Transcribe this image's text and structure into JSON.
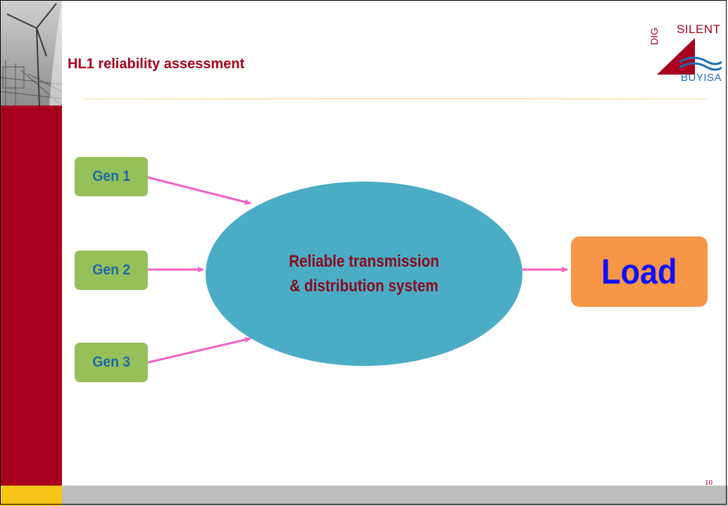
{
  "slide": {
    "title": "HL1 reliability assessment",
    "page_number": "10"
  },
  "logo": {
    "line_top": "SILENT",
    "line_side": "DIG",
    "line_bottom": "BUYISA"
  },
  "diagram": {
    "generators": [
      {
        "label": "Gen 1"
      },
      {
        "label": "Gen 2"
      },
      {
        "label": "Gen 3"
      }
    ],
    "hub": {
      "line1": "Reliable transmission",
      "line2": "& distribution system"
    },
    "load": {
      "label": "Load"
    }
  },
  "colors": {
    "brand_red": "#a8001c",
    "brand_yellow": "#f6c518",
    "gen_fill": "#96c05a",
    "gen_text": "#1f6aa5",
    "hub_fill": "#4bacc6",
    "hub_text": "#8a0b1c",
    "load_fill": "#f79646",
    "load_text": "#1010ff",
    "arrow": "#f261c6"
  }
}
